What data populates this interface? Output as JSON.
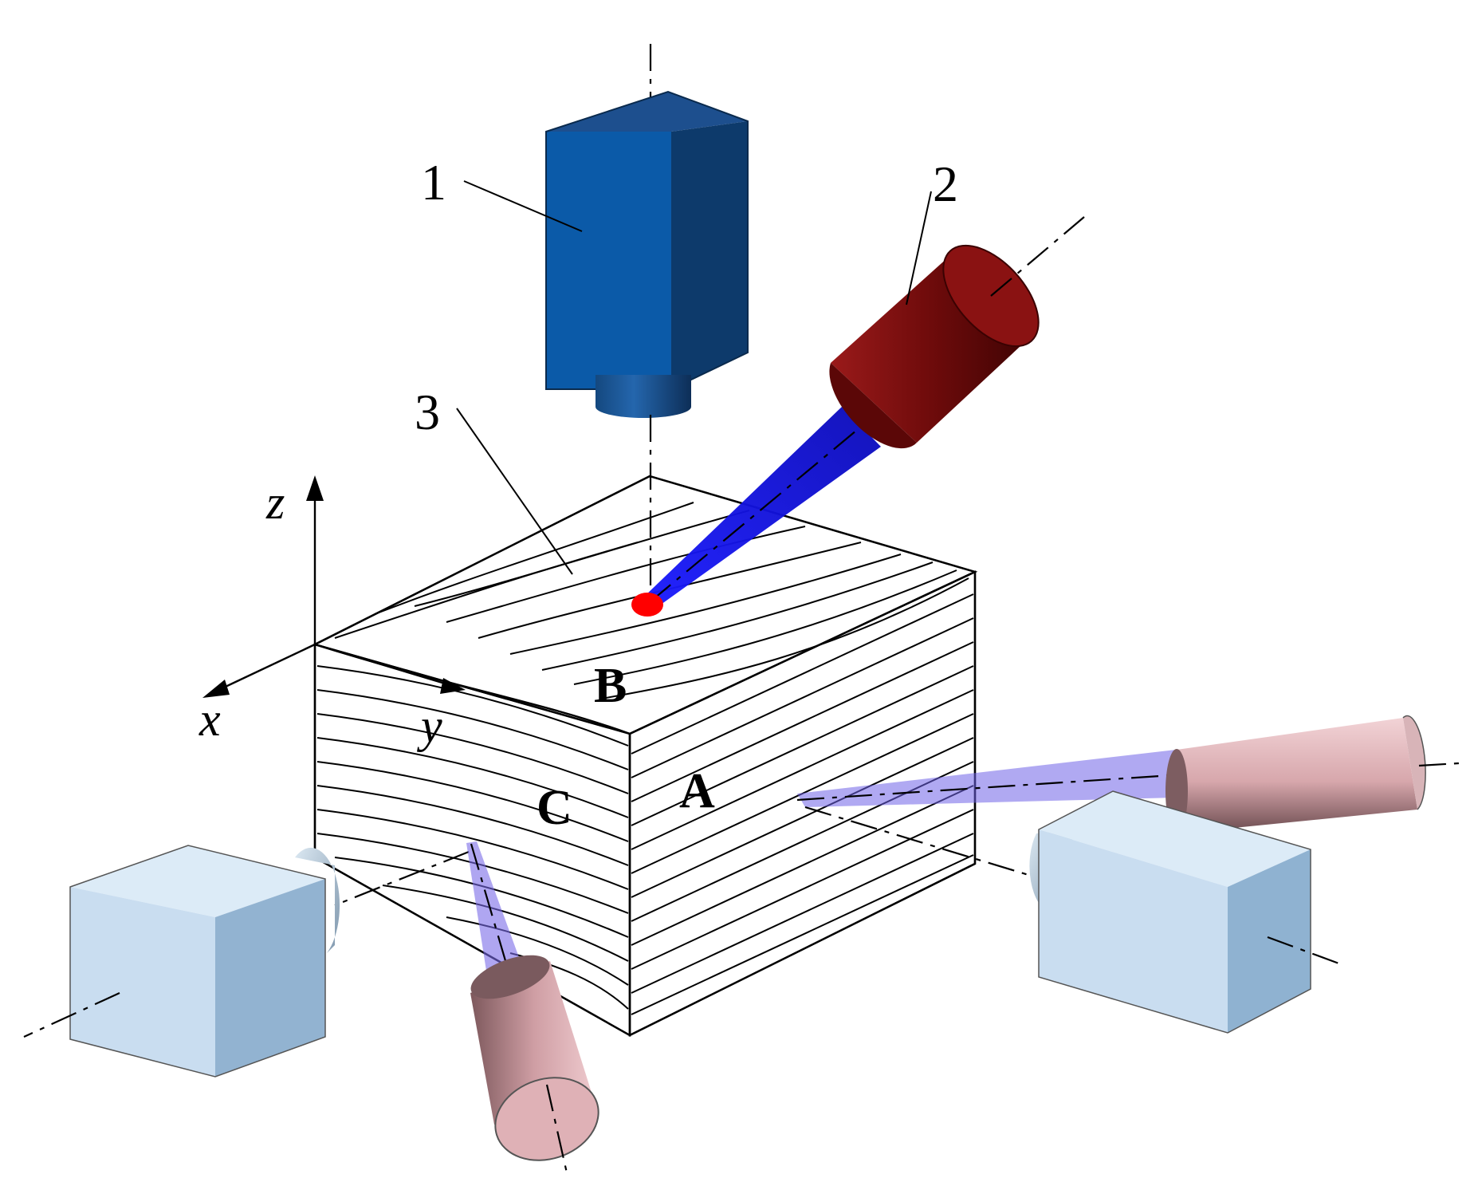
{
  "callouts": {
    "camera_top": "1",
    "laser_top": "2",
    "wood_block": "3"
  },
  "faces": {
    "right": "A",
    "top": "B",
    "front": "C"
  },
  "axes": {
    "x": "x",
    "y": "y",
    "z": "z"
  },
  "colors": {
    "top_camera": "#1f5aa3",
    "top_laser": "#7a0f10",
    "blue_beam": "#1010e8",
    "laser_spot": "#ff0000",
    "side_camera": "#c9ddf0",
    "side_laser": "#e6b8bf",
    "violet_beam": "#8a7de8",
    "wood_light": "#f4cf96",
    "wood_dark": "#f0ad6a"
  }
}
